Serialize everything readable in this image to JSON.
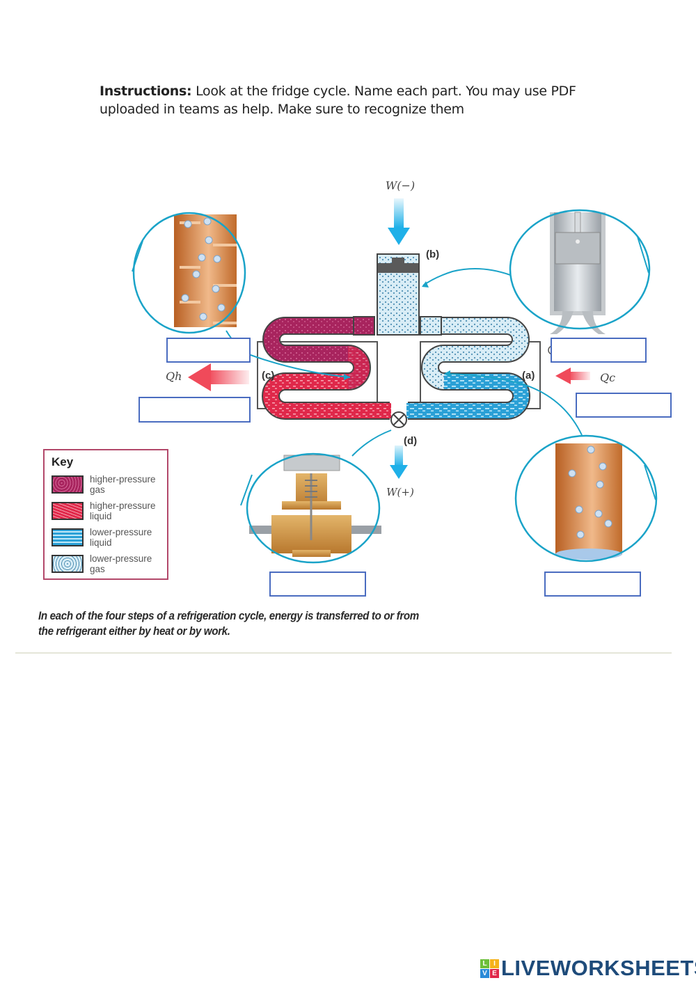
{
  "instructions": {
    "label": "Instructions:",
    "text": " Look at the fridge cycle. Name each part. You may use PDF uploaded in teams as help. Make sure to recognize them"
  },
  "diagram": {
    "work_in_label": "W(−)",
    "work_out_label": "W(+)",
    "heat_out_label": "Qh",
    "heat_in_label": "Qc",
    "step_labels": {
      "a": "(a)",
      "b": "(b)",
      "c": "(c)",
      "d": "(d)"
    },
    "colors": {
      "loop_accent": "#1aa3c8",
      "hp_gas": "#a8245e",
      "hp_liquid": "#e0284a",
      "lp_liquid": "#2aa0d6",
      "lp_gas": "#cfe6f2",
      "heat_arrow": "#f04a5a",
      "work_arrow": "#1fb0e8"
    }
  },
  "legend": {
    "title": "Key",
    "items": [
      {
        "label": "higher-pressure gas",
        "swatch": "hp_gas"
      },
      {
        "label": "higher-pressure liquid",
        "swatch": "hp_liquid"
      },
      {
        "label": "lower-pressure liquid",
        "swatch": "lp_liquid"
      },
      {
        "label": "lower-pressure gas",
        "swatch": "lp_gas"
      }
    ]
  },
  "answer_boxes": [
    {
      "id": "condenser-top",
      "value": "",
      "placeholder": ""
    },
    {
      "id": "condenser-bottom",
      "value": "",
      "placeholder": ""
    },
    {
      "id": "compressor",
      "value": "",
      "placeholder": ""
    },
    {
      "id": "evaporator",
      "value": "",
      "placeholder": ""
    },
    {
      "id": "expansion-valve",
      "value": "",
      "placeholder": ""
    },
    {
      "id": "evaporator-detail",
      "value": "",
      "placeholder": ""
    }
  ],
  "caption": "In each of the four steps of a refrigeration cycle, energy is transferred to or from the refrigerant either by heat or by work.",
  "branding": {
    "tiles": [
      "L",
      "I",
      "V",
      "E"
    ],
    "tile_colors": [
      "#6cbf3a",
      "#f5b21a",
      "#2a8ad8",
      "#e0284a"
    ],
    "name": "LIVEWORKSHEETS"
  }
}
